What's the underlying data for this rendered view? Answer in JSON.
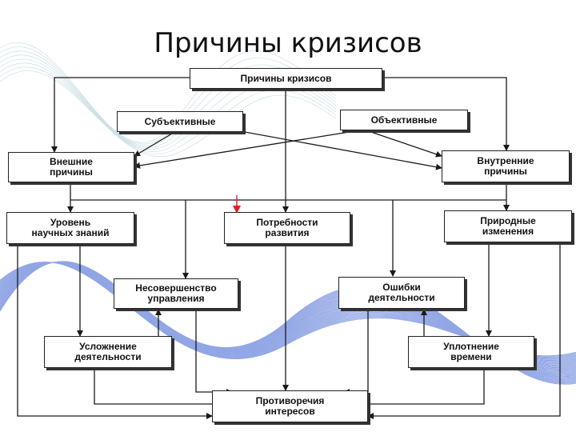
{
  "title": "Причины кризисов",
  "colors": {
    "line": "#1a1a1a",
    "accent_arrow": "#e02020",
    "wave": "#3a5fd0"
  },
  "boxes": {
    "root": "Причины кризисов",
    "subjective": "Субъективные",
    "objective": "Объективные",
    "external": "Внешние\nпричины",
    "internal": "Внутренние\nпричины",
    "science_level": "Уровень\nнаучных знаний",
    "development_needs": "Потребности\nразвития",
    "natural_changes": "Природные\nизменения",
    "management_imperfection": "Несовершенство\nуправления",
    "activity_errors": "Ошибки\nдеятельности",
    "activity_complication": "Усложнение\nдеятельности",
    "time_compression": "Уплотнение\nвремени",
    "interest_contradictions": "Противоречия\nинтересов"
  }
}
